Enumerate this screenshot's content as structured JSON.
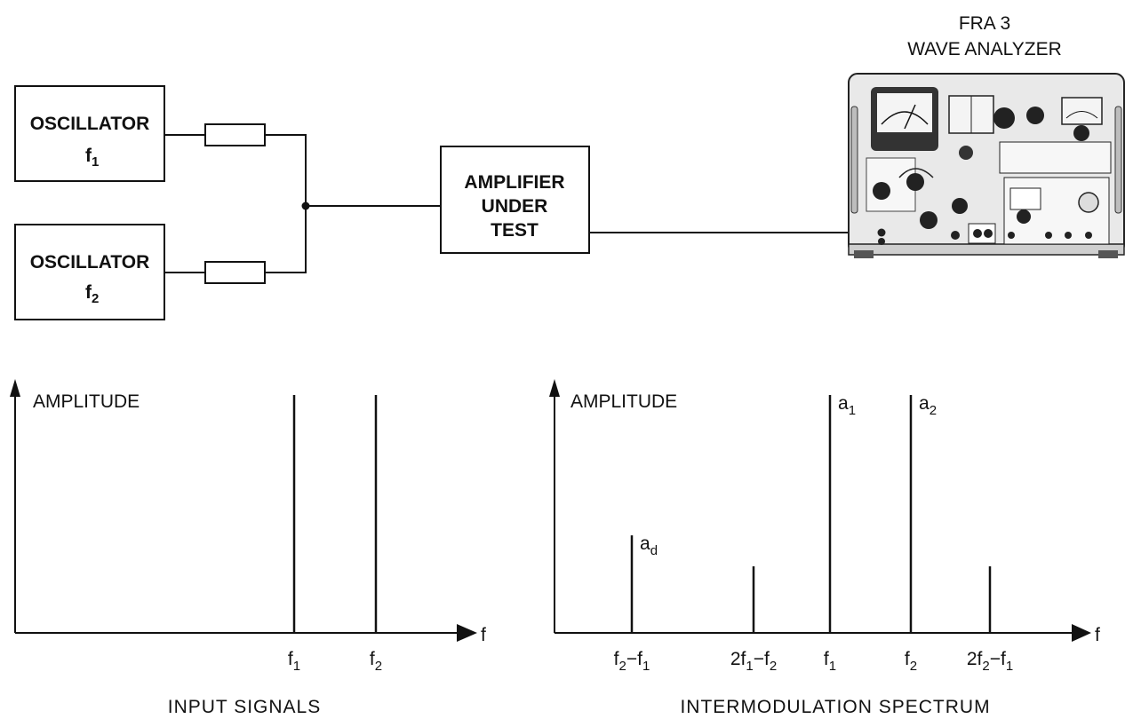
{
  "title": {
    "line1": "FRA 3",
    "line2": "WAVE ANALYZER"
  },
  "blocks": {
    "osc1": {
      "label": "OSCILLATOR",
      "freq": "f",
      "sub": "1"
    },
    "osc2": {
      "label": "OSCILLATOR",
      "freq": "f",
      "sub": "2"
    },
    "amp": {
      "line1": "AMPLIFIER",
      "line2": "UNDER",
      "line3": "TEST"
    }
  },
  "left_plot": {
    "ylabel": "AMPLITUDE",
    "xlabel": "f",
    "caption": "INPUT SIGNALS",
    "ticks": [
      {
        "main": "f",
        "sub": "1",
        "tail": ""
      },
      {
        "main": "f",
        "sub": "2",
        "tail": ""
      }
    ]
  },
  "right_plot": {
    "ylabel": "AMPLITUDE",
    "xlabel": "f",
    "caption": "INTERMODULATION SPECTRUM",
    "ticks": [
      {
        "main": "f",
        "sub": "2",
        "tail": "−f",
        "tsub": "1"
      },
      {
        "main": "2f",
        "sub": "1",
        "tail": "−f",
        "tsub": "2"
      },
      {
        "main": "f",
        "sub": "1",
        "tail": "",
        "tsub": ""
      },
      {
        "main": "f",
        "sub": "2",
        "tail": "",
        "tsub": ""
      },
      {
        "main": "2f",
        "sub": "2",
        "tail": "−f",
        "tsub": "1"
      }
    ],
    "line_labels": [
      {
        "main": "a",
        "sub": "d"
      },
      {
        "main": "a",
        "sub": "1"
      },
      {
        "main": "a",
        "sub": "2"
      }
    ]
  },
  "chart_data": [
    {
      "type": "bar",
      "categories": [
        "f1",
        "f2"
      ],
      "values": [
        1.0,
        1.0
      ],
      "ylabel": "AMPLITUDE",
      "xlabel": "f",
      "caption": "INPUT SIGNALS"
    },
    {
      "type": "bar",
      "categories": [
        "f2-f1",
        "2f1-f2",
        "f1",
        "f2",
        "2f2-f1"
      ],
      "values": [
        0.41,
        0.28,
        1.0,
        1.0,
        0.28
      ],
      "ylabel": "AMPLITUDE",
      "xlabel": "f",
      "caption": "INTERMODULATION SPECTRUM"
    }
  ]
}
